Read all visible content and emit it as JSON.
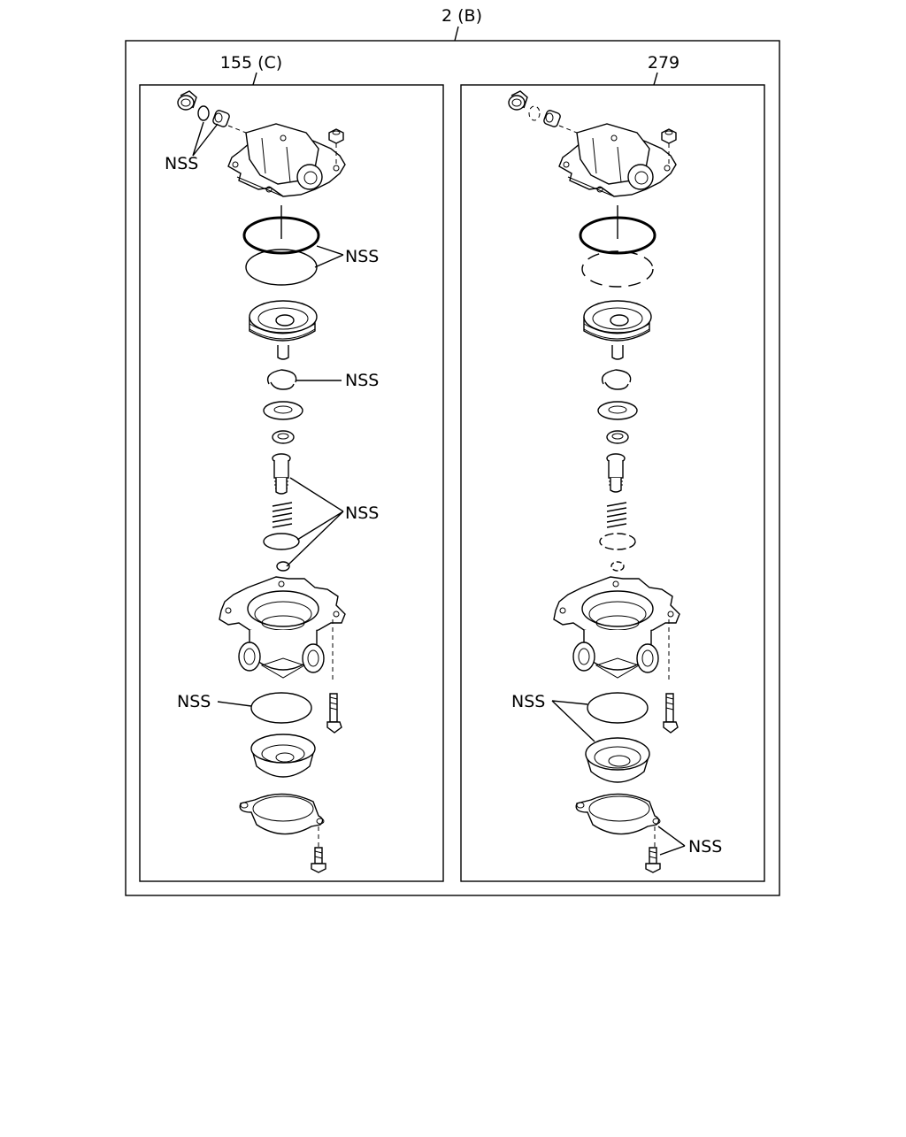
{
  "labels": {
    "main_assembly": "2 (B)",
    "left_kit": "155 (C)",
    "right_kit": "279",
    "nss": "NSS"
  },
  "colors": {
    "line": "#000000",
    "background": "#ffffff"
  }
}
